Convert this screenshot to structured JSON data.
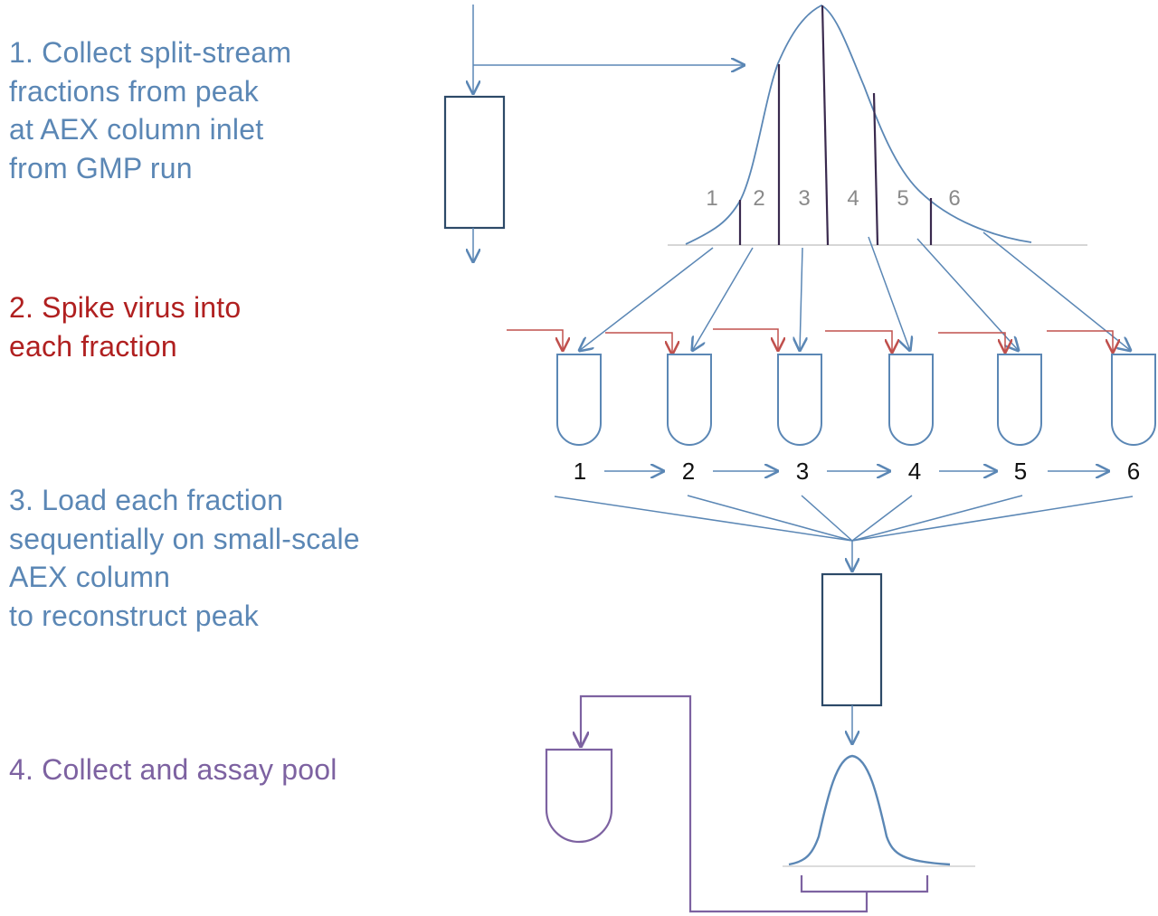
{
  "steps": [
    {
      "lines": [
        "1. Collect split-stream",
        "fractions from peak",
        "at AEX column inlet",
        "from GMP run"
      ],
      "color": "#5b87b5"
    },
    {
      "lines": [
        "2. Spike virus into",
        "each fraction"
      ],
      "color": "#b02020"
    },
    {
      "lines": [
        "3. Load each fraction",
        "sequentially on small-scale",
        "AEX column",
        "to reconstruct peak"
      ],
      "color": "#5b87b5"
    },
    {
      "lines": [
        "4. Collect and assay pool"
      ],
      "color": "#7d62a1"
    }
  ],
  "peak_fraction_labels": [
    "1",
    "2",
    "3",
    "4",
    "5",
    "6"
  ],
  "tube_sequence_labels": [
    "1",
    "2",
    "3",
    "4",
    "5",
    "6"
  ],
  "colors": {
    "blue": "#5b87b5",
    "dark_blue": "#2d4a68",
    "red": "#c0504d",
    "purple": "#7d62a1",
    "cut_line": "#3a2a4e",
    "gray_text": "#8a8a8a",
    "baseline": "#c8c8c8"
  }
}
